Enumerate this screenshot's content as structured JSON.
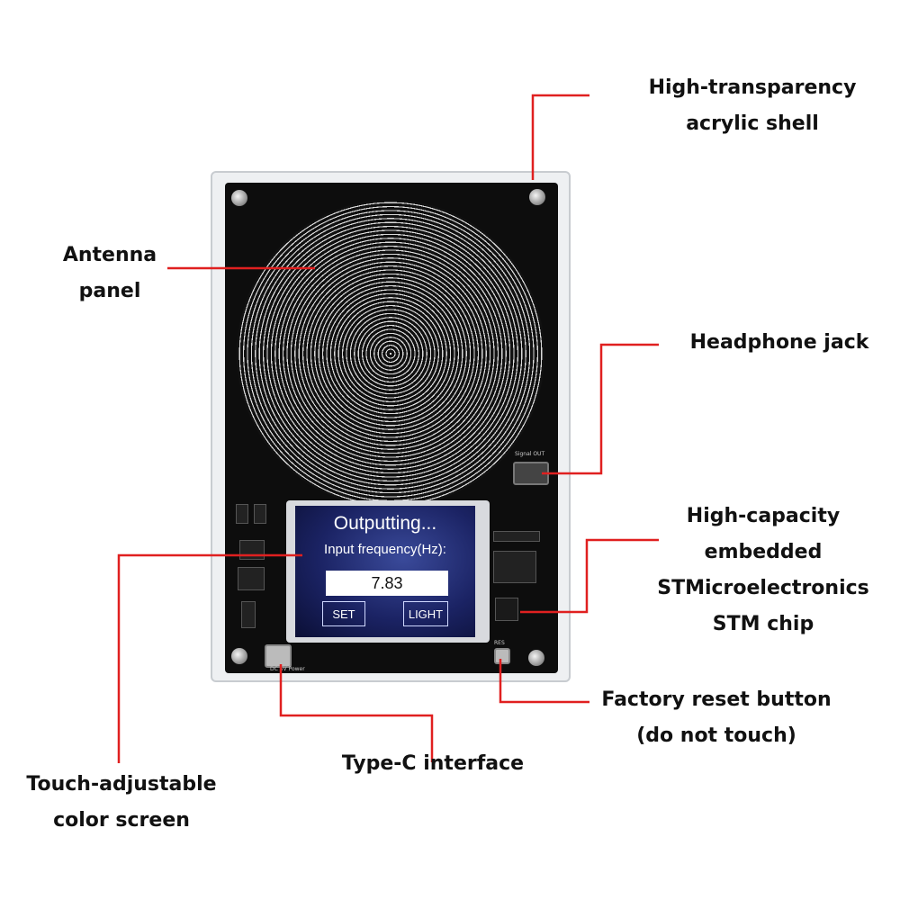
{
  "labels": {
    "shell": [
      "High-transparency",
      "acrylic shell"
    ],
    "antenna": [
      "Antenna",
      "panel"
    ],
    "headphone": "Headphone jack",
    "chip": [
      "High-capacity",
      "embedded",
      "STMicroelectronics",
      "STM chip"
    ],
    "reset": [
      "Factory reset button",
      "(do not touch)"
    ],
    "typec": "Type-C interface",
    "screen": [
      "Touch-adjustable",
      "color screen"
    ]
  },
  "device_screen": {
    "title": "Outputting...",
    "subtitle": "Input frequency(Hz):",
    "value": "7.83",
    "set_button": "SET",
    "light_button": "LIGHT"
  },
  "pcb_text": {
    "signal_out": "Signal OUT",
    "res": "RES",
    "dc_power": "DC 5V Power"
  },
  "colors": {
    "callout_line": "#e02020",
    "pcb": "#0d0d0d",
    "screen_bg": "#1b2364"
  }
}
